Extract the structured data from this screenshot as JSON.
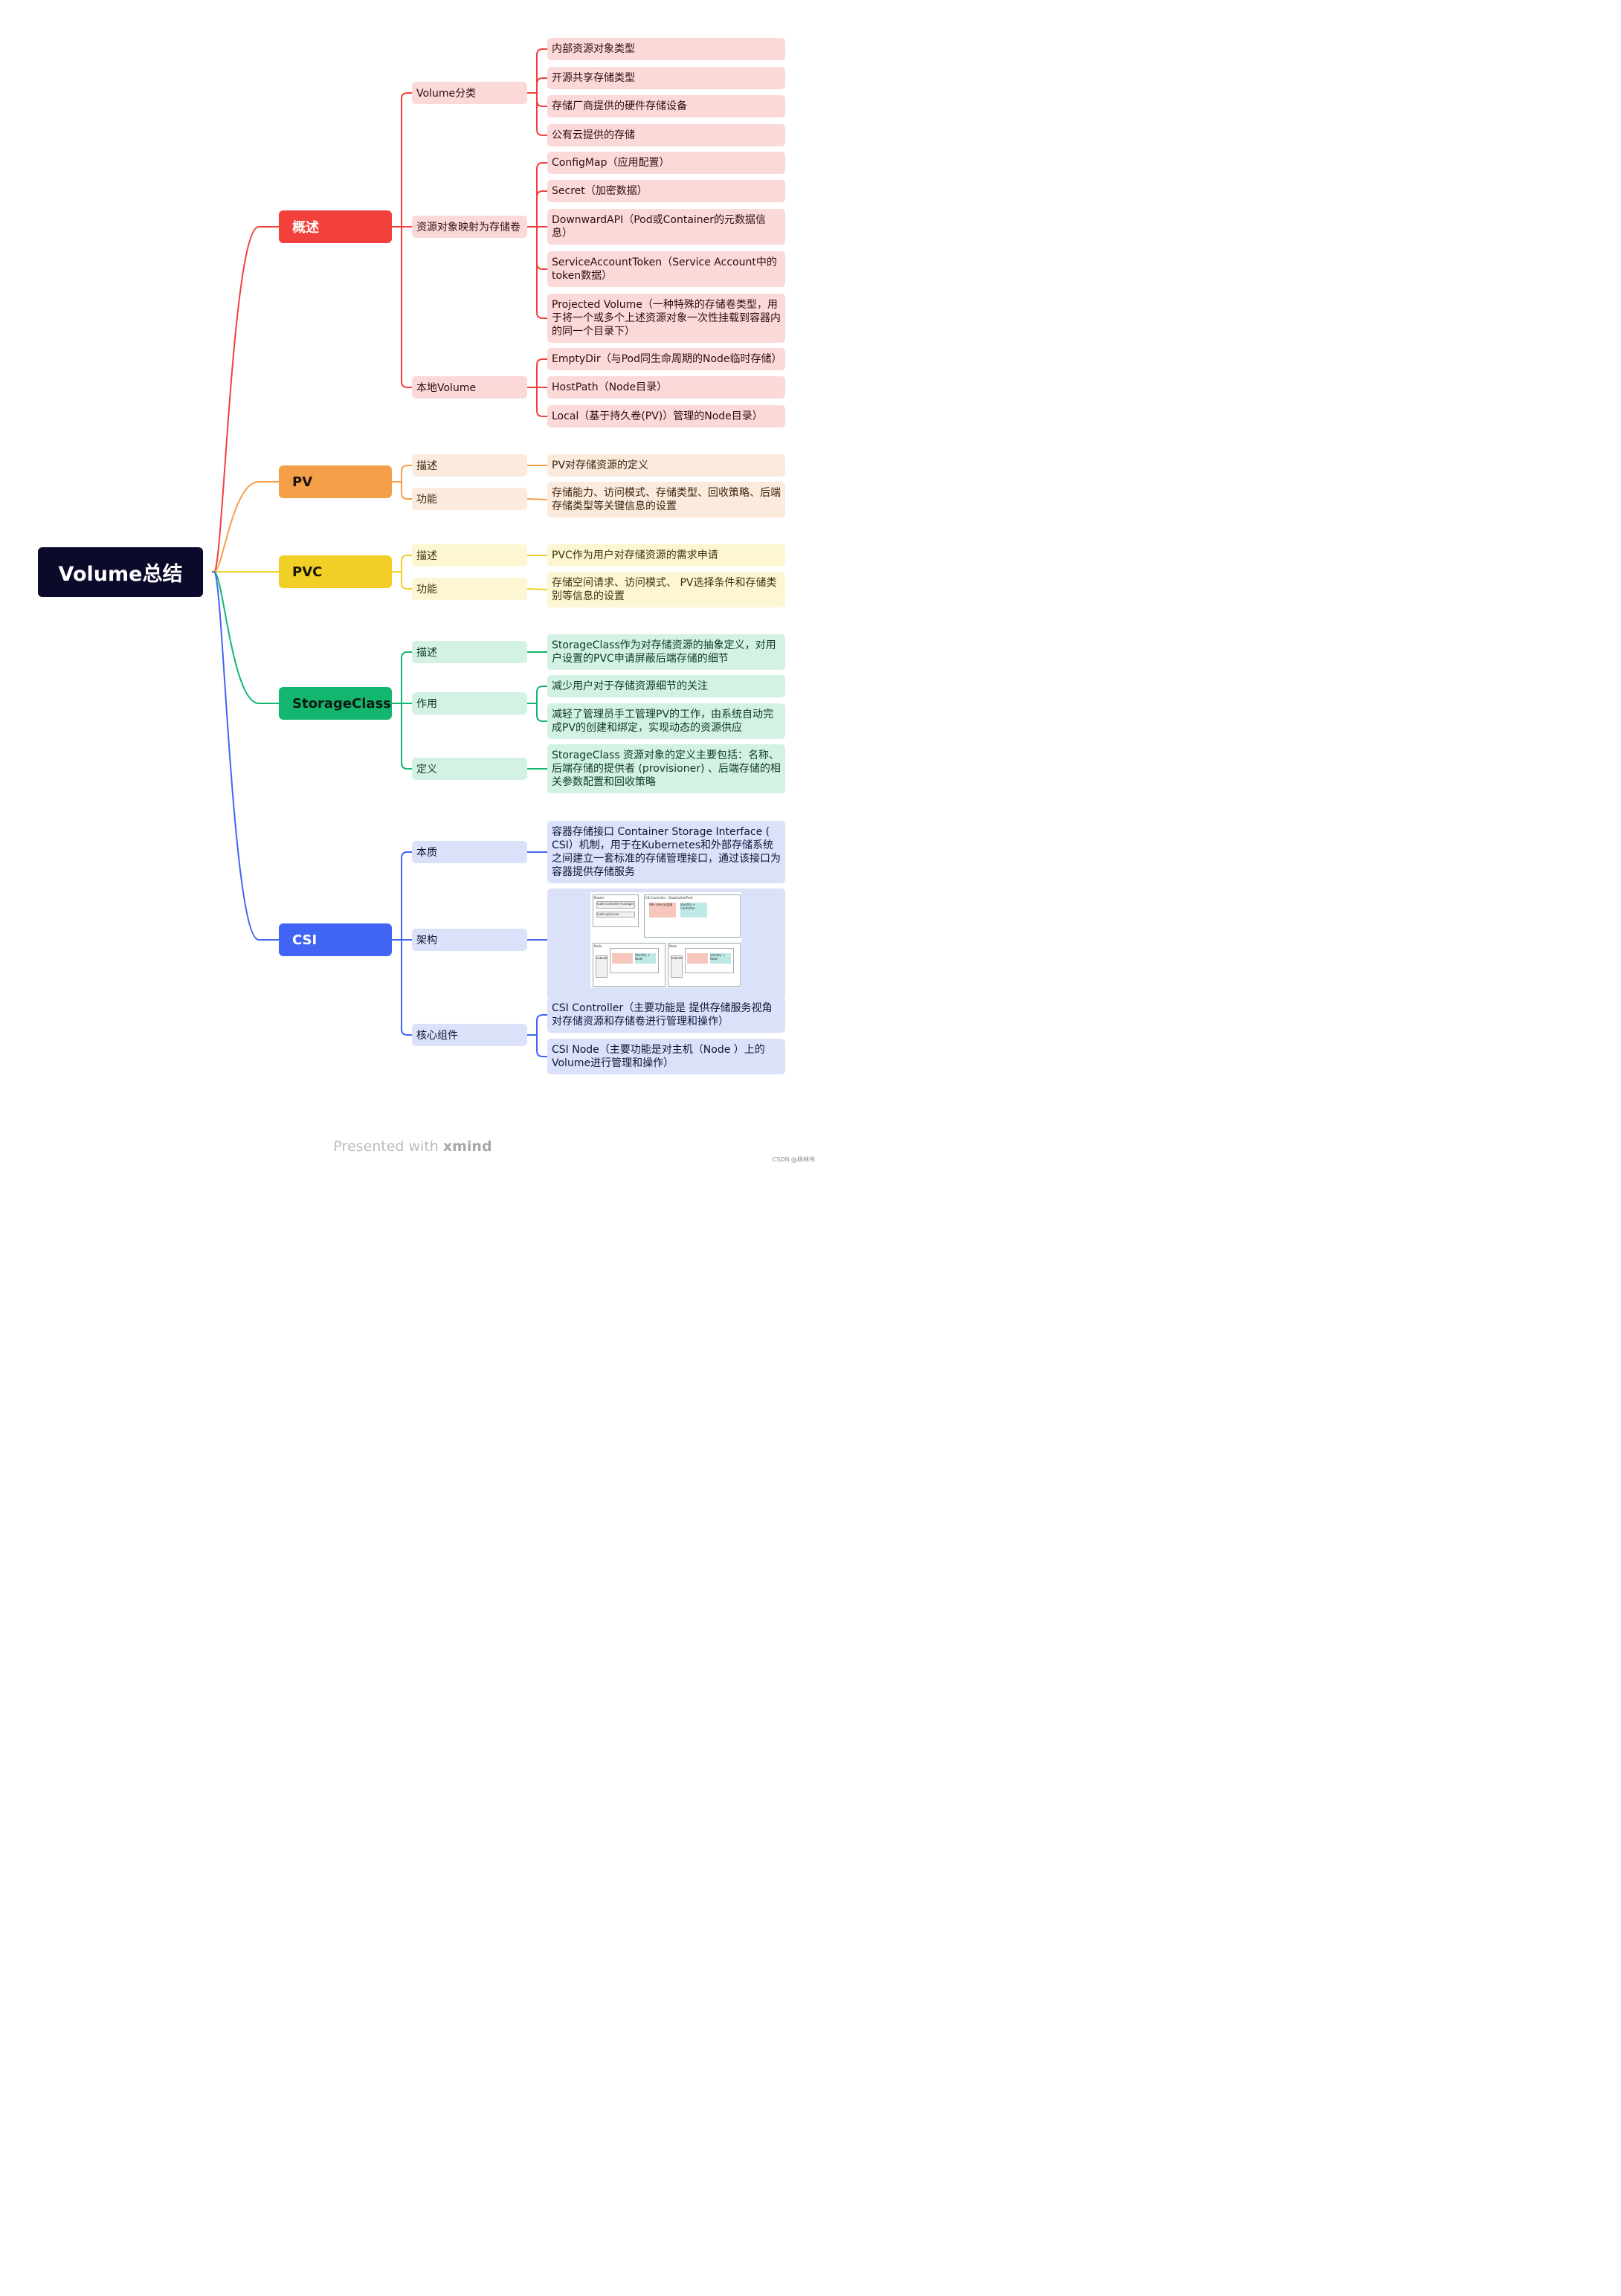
{
  "root": {
    "label": "Volume总结"
  },
  "colors": {
    "overview": "#f2403c",
    "pv": "#f5a048",
    "pvc": "#f1cf27",
    "sc": "#12b66f",
    "csi": "#4064f4"
  },
  "overview": {
    "label": "概述",
    "classify": {
      "label": "Volume分类",
      "items": [
        "内部资源对象类型",
        "开源共享存储类型",
        "存储厂商提供的硬件存储设备",
        "公有云提供的存储"
      ]
    },
    "mapping": {
      "label": "资源对象映射为存储卷",
      "items": [
        "ConfigMap（应用配置）",
        "Secret（加密数据）",
        "DownwardAPI（Pod或Container的元数据信息）",
        "ServiceAccountToken（Service Account中的token数据）",
        "Projected Volume（一种特殊的存储卷类型，用于将一个或多个上述资源对象一次性挂载到容器内的同一个目录下）"
      ]
    },
    "local": {
      "label": "本地Volume",
      "items": [
        "EmptyDir（与Pod同生命周期的Node临时存储）",
        "HostPath（Node目录）",
        "Local（基于持久卷(PV)）管理的Node目录）"
      ]
    }
  },
  "pv": {
    "label": "PV",
    "describe": {
      "label": "描述",
      "text": "PV对存储资源的定义"
    },
    "function": {
      "label": "功能",
      "text": "存储能力、访问模式、存储类型、回收策略、后端存储类型等关键信息的设置"
    }
  },
  "pvc": {
    "label": "PVC",
    "describe": {
      "label": "描述",
      "text": "PVC作为用户对存储资源的需求申请"
    },
    "function": {
      "label": "功能",
      "text": "存储空间请求、访问模式、 PV选择条件和存储类别等信息的设置"
    }
  },
  "sc": {
    "label": "StorageClass",
    "describe": {
      "label": "描述",
      "text": "StorageClass作为对存储资源的抽象定义，对用户设置的PVC申请屏蔽后端存储的细节"
    },
    "role": {
      "label": "作用",
      "items": [
        "减少用户对于存储资源细节的关注",
        "减轻了管理员手工管理PV的工作，由系统自动完成PV的创建和绑定，实现动态的资源供应"
      ]
    },
    "definition": {
      "label": "定义",
      "text": "StorageClass 资源对象的定义主要包括：名称、后端存储的提供者 (provisioner) 、后端存储的相关参数配置和回收策略"
    }
  },
  "csi": {
    "label": "CSI",
    "essence": {
      "label": "本质",
      "text": "容器存储接口 Container Storage Interface ( CSI）机制，用于在Kubernetes和外部存储系统之间建立一套标准的存储管理接口，通过该接口为容器提供存储服务"
    },
    "architecture": {
      "label": "架构",
      "diagram_labels": {
        "master": "Master",
        "kcm": "kube-controller-manager",
        "apiserver": "kube-apiserver",
        "controller": "CSI Controller（StatefulSet/Pod）",
        "k8s_sidecar": "K8s sidecar容器",
        "csi_driver": "CSI Driver容器",
        "identity_controller": "Identity + Controller",
        "node": "Node",
        "csi_node": "CSI Node（DaemonSet Pod）",
        "kubelet": "kubelet",
        "identity_node": "Identity + Node",
        "hostpath": "HostPath Volume"
      }
    },
    "core": {
      "label": "核心组件",
      "items": [
        "CSI Controller（主要功能是 提供存储服务视角对存储资源和存储卷进行管理和操作）",
        "CSI Node（主要功能是对主机（Node ）上的Volume进行管理和操作）"
      ]
    }
  },
  "footer": {
    "presented": "Presented with",
    "brand": "xmind",
    "watermark": "CSDN @杨林伟"
  }
}
